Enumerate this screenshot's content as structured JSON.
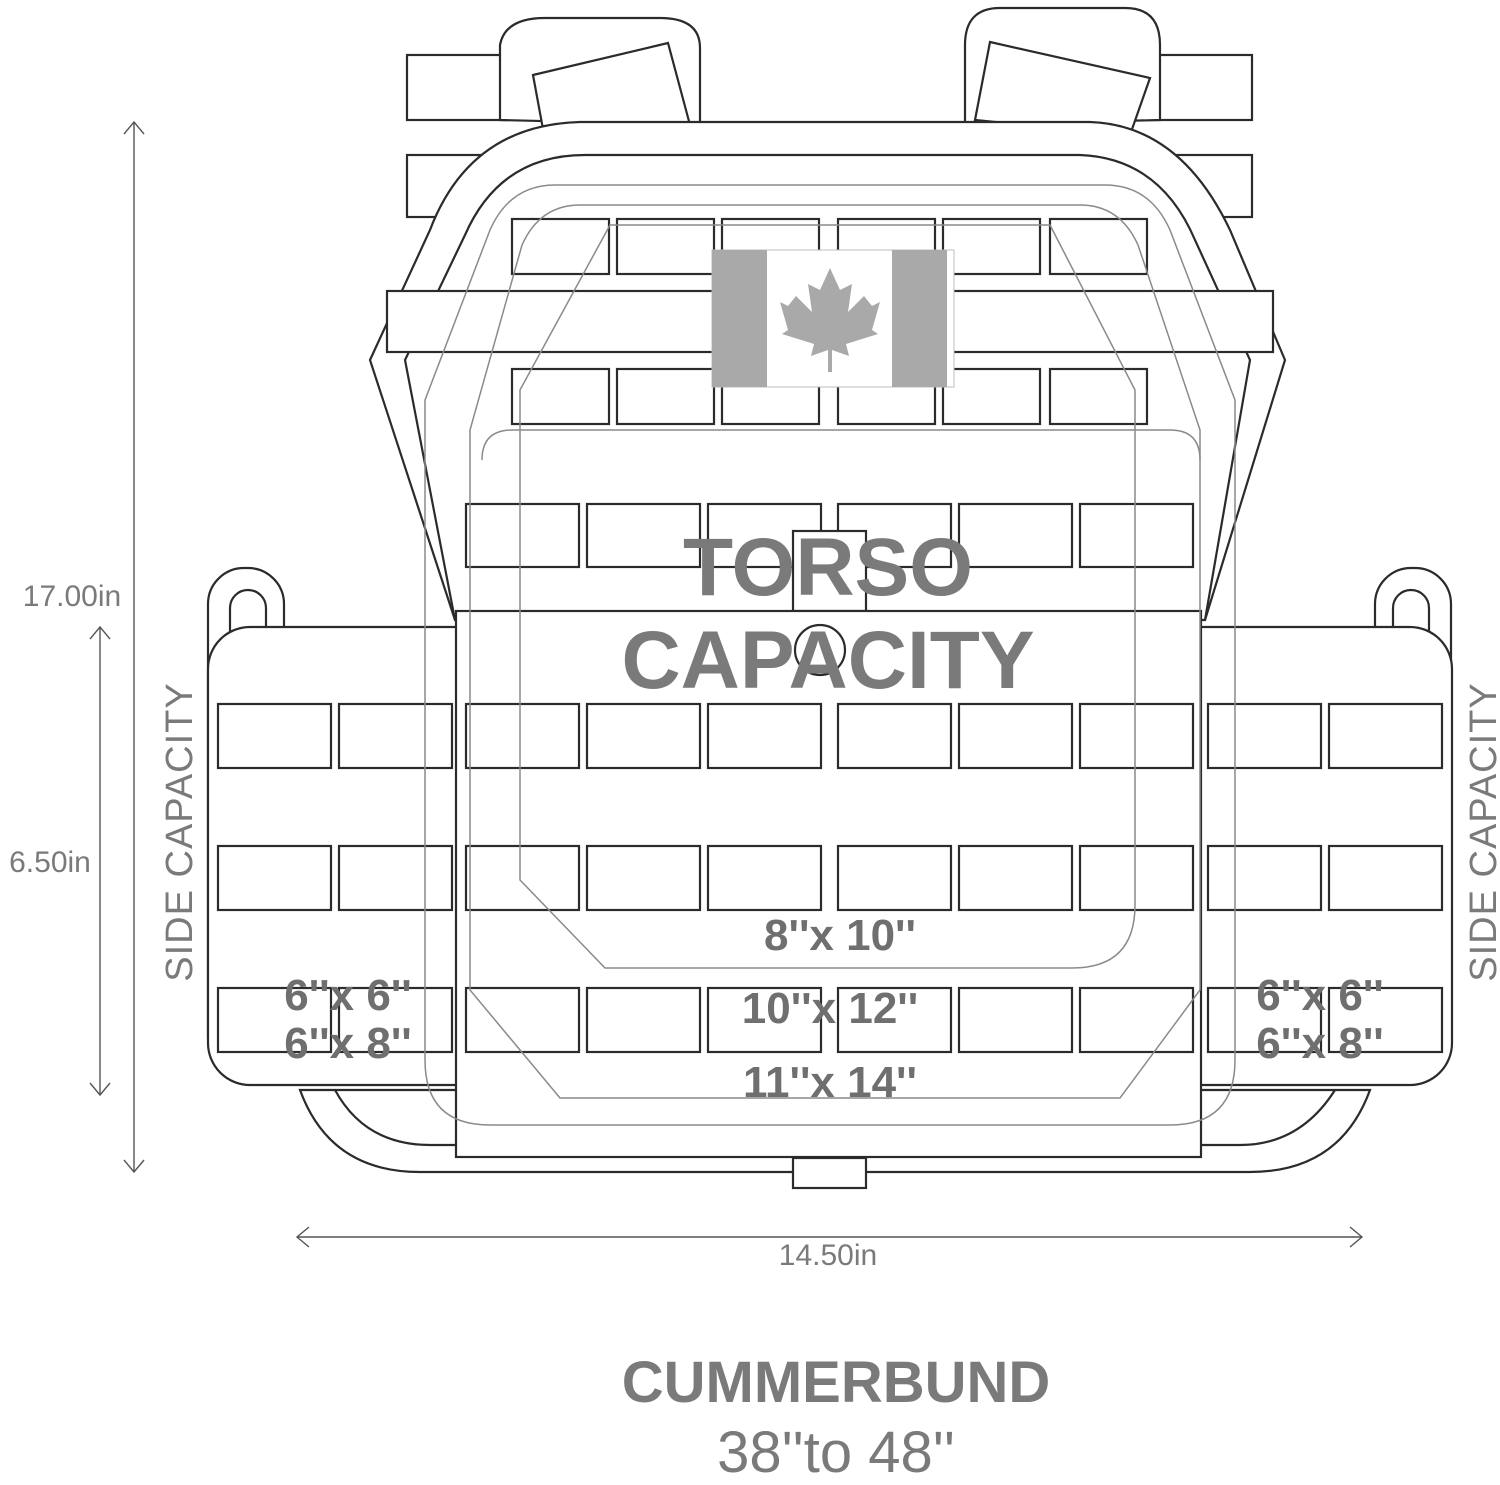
{
  "dimensions": {
    "height_total": "17.00in",
    "height_side": "6.50in",
    "width": "14.50in"
  },
  "torso": {
    "line1": "TORSO",
    "line2": "CAPACITY",
    "plate_sizes": [
      "8''x 10''",
      "10''x 12''",
      "11''x 14''"
    ]
  },
  "side": {
    "label": "SIDE CAPACITY",
    "plate_sizes": [
      "6''x 6''",
      "6''x 8''"
    ]
  },
  "cummerbund": {
    "label": "CUMMERBUND",
    "range": "38''to 48''"
  },
  "flag_icon": "canada-flag-icon",
  "colors": {
    "text": "#7a7a7a",
    "outline": "#2b2b2b",
    "flag": "#a9a9a9"
  }
}
